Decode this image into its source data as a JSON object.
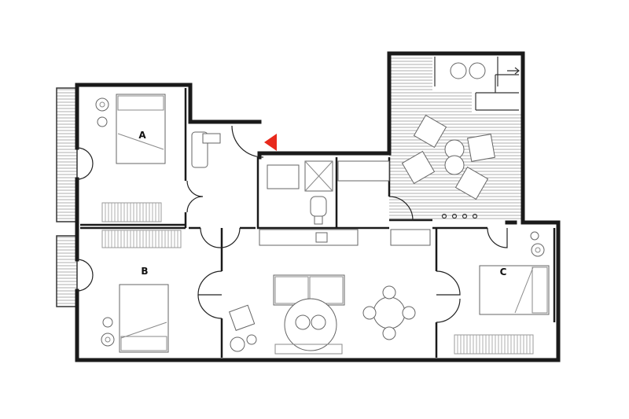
{
  "rooms": [
    {
      "id": "a",
      "label": "A"
    },
    {
      "id": "b",
      "label": "B"
    },
    {
      "id": "c",
      "label": "C"
    }
  ],
  "colors": {
    "wall": "#1a1a1a",
    "entrance_marker": "#e8291c",
    "background": "#ffffff"
  },
  "icons": [
    "entrance-arrow-icon"
  ]
}
